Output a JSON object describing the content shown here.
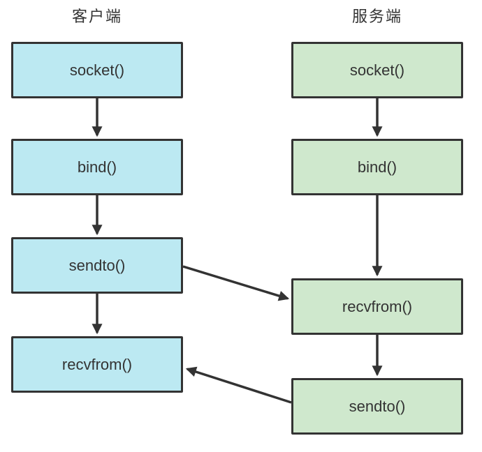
{
  "client": {
    "title": "客户端",
    "boxes": [
      "socket()",
      "bind()",
      "sendto()",
      "recvfrom()"
    ]
  },
  "server": {
    "title": "服务端",
    "boxes": [
      "socket()",
      "bind()",
      "recvfrom()",
      "sendto()"
    ]
  },
  "colors": {
    "client_fill": "#bce9f2",
    "server_fill": "#cfe8cd",
    "line": "#333333",
    "text": "#333333",
    "background": "#ffffff"
  }
}
